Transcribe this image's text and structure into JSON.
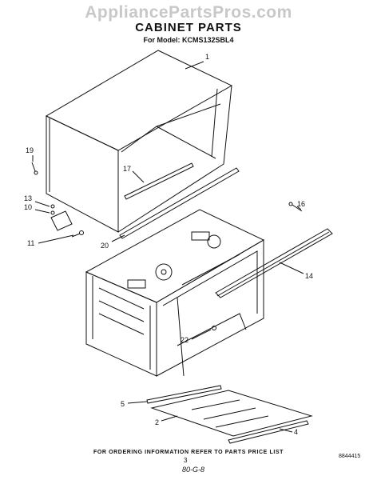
{
  "header": {
    "watermark": "AppliancePartsPros.com",
    "title": "CABINET PARTS",
    "model": "For Model: KCMS132SBL4"
  },
  "callouts": [
    "1",
    "19",
    "17",
    "13",
    "10",
    "11",
    "20",
    "16",
    "14",
    "22",
    "5",
    "2",
    "4"
  ],
  "footer": {
    "instruction": "FOR ORDERING INFORMATION REFER TO PARTS PRICE LIST",
    "page": "3",
    "code": "8844415",
    "date": "80-G-8"
  }
}
